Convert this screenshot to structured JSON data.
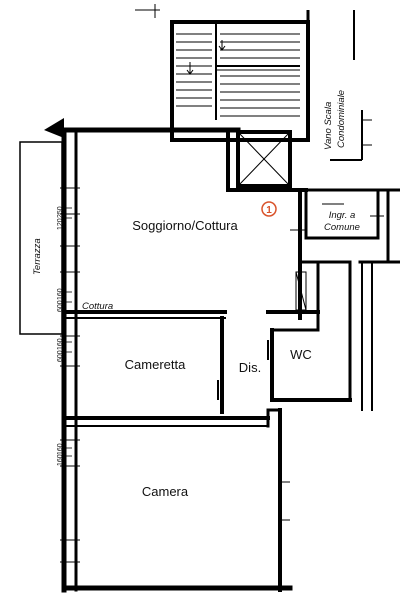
{
  "rooms": {
    "living": "Soggiorno/Cottura",
    "bedroom_small": "Cameretta",
    "bedroom": "Camera",
    "hall": "Dis.",
    "wc": "WC",
    "terrace": "Terrazza",
    "cooking_note": "Cottura",
    "common_entry_line1": "Ingr. a",
    "common_entry_line2": "Comune",
    "stair_line1": "Vano Scala",
    "stair_line2": "Condominiale"
  },
  "marker": "1",
  "dimensions": {
    "d1": "250",
    "d2": "120",
    "d3": "160",
    "d4": "600",
    "d5": "160",
    "d6": "600",
    "d7": "160",
    "d8": "160"
  },
  "colors": {
    "wall": "#000000",
    "marker": "#d9532b"
  }
}
